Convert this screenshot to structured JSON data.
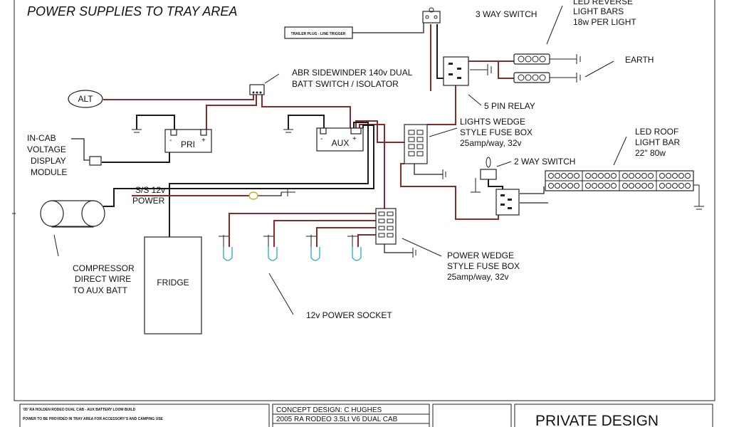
{
  "title": "POWER SUPPLIES TO TRAY AREA",
  "labels": {
    "three_way_switch": "3 WAY SWITCH",
    "trailer_plug": "TRAILER PLUG - LINE TRIGGER",
    "led_reverse_1": "LED REVERSE",
    "led_reverse_2": "LIGHT BARS",
    "led_reverse_3": "18w PER LIGHT",
    "earth": "EARTH",
    "relay_5pin": "5 PIN RELAY",
    "abr_1": "ABR SIDEWINDER 140v DUAL",
    "abr_2": "BATT SWITCH / ISOLATOR",
    "alt": "ALT",
    "pri": "PRI",
    "aux": "AUX",
    "incab_1": "IN-CAB",
    "incab_2": "VOLTAGE",
    "incab_3": "DISPLAY",
    "incab_4": "MODULE",
    "lights_fuse_1": "LIGHTS WEDGE",
    "lights_fuse_2": "STYLE FUSE BOX",
    "lights_fuse_3": "25amp/way, 32v",
    "led_roof_1": "LED ROOF",
    "led_roof_2": "LIGHT BAR",
    "led_roof_3": "22\" 80w",
    "two_way_switch": "2 WAY SWITCH",
    "ss_1": "S/S 12v",
    "ss_2": "POWER",
    "compressor_1": "COMPRESSOR",
    "compressor_2": "DIRECT WIRE",
    "compressor_3": "TO AUX BATT",
    "fridge": "FRIDGE",
    "power_fuse_1": "POWER WEDGE",
    "power_fuse_2": "STYLE FUSE BOX",
    "power_fuse_3": "25amp/way, 32v",
    "socket": "12v POWER SOCKET"
  },
  "title_block": {
    "left_1": "'05' RA HOLDEN RODEO DUAL CAB - AUX BATTERY LOOM BUILD",
    "left_2": "POWER TO BE PROVIDED IN TRAY AREA FOR ACCESSORY'S AND CAMPING USE",
    "concept": "CONCEPT DESIGN: C HUGHES",
    "vehicle": "2005 RA RODEO 3.5Lt V6 DUAL CAB",
    "private": "PRIVATE DESIGN"
  }
}
